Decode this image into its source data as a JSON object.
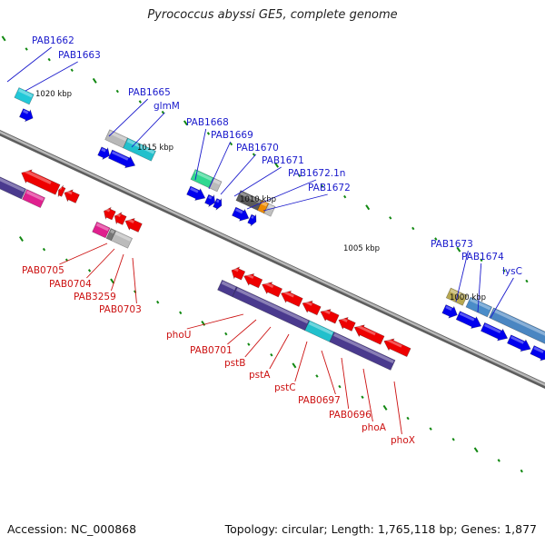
{
  "title": "Pyrococcus abyssi GE5, complete genome",
  "footer": {
    "accession": "Accession: NC_000868",
    "summary": "Topology: circular; Length: 1,765,118 bp; Genes: 1,877"
  },
  "scale_labels": [
    "1020 kbp",
    "1015 kbp",
    "1010 kbp",
    "1005 kbp",
    "1000 kbp"
  ],
  "forward_labels": [
    "PAB1662",
    "PAB1663",
    "PAB1665",
    "glmM",
    "PAB1668",
    "PAB1669",
    "PAB1670",
    "PAB1671",
    "PAB1672.1n",
    "PAB1672",
    "PAB1673",
    "PAB1674",
    "lysC"
  ],
  "reverse_labels": [
    "PAB0705",
    "PAB0704",
    "PAB3259",
    "PAB0703",
    "phoU",
    "PAB0701",
    "pstB",
    "pstA",
    "pstC",
    "PAB0697",
    "PAB0696",
    "phoA",
    "phoX"
  ],
  "colors": {
    "forward_label": "#1a1acc",
    "reverse_label": "#cc1111",
    "cds_forward": "#0000ee",
    "cds_reverse": "#ee0000",
    "tick": "#118811",
    "backbone": "#888888"
  }
}
